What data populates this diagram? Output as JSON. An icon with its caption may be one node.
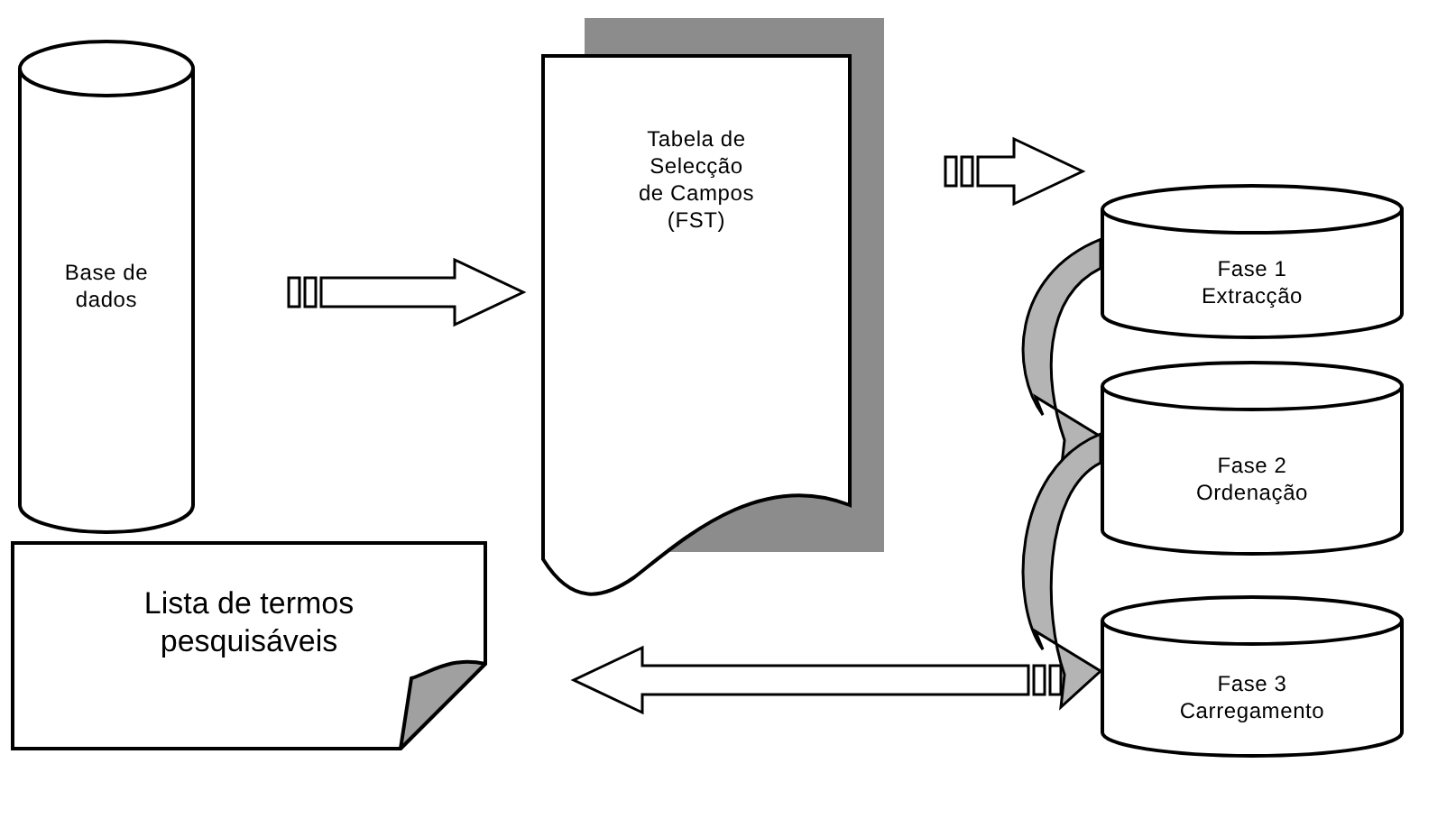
{
  "diagram": {
    "nodes": [
      {
        "text": [
          "Base de dados"
        ]
      },
      {
        "text": [
          "Tabela de Selecção de Campos (FST)"
        ]
      },
      {
        "text": [
          "Fase 1 Extracção"
        ]
      },
      {
        "text": [
          "Fase 2 Ordenação"
        ]
      },
      {
        "text": [
          "Fase 3 Carregamento"
        ]
      },
      {
        "text": [
          "Lista de termos pesquisáveis"
        ]
      }
    ],
    "edges": [
      {
        "from": 0,
        "to": 1,
        "arrow": "to"
      },
      {
        "from": 1,
        "to": 2,
        "arrow": "to"
      },
      {
        "from": 2,
        "to": 3,
        "arrow": "to"
      },
      {
        "from": 3,
        "to": 4,
        "arrow": "to"
      },
      {
        "from": 4,
        "to": 5,
        "arrow": "to"
      }
    ]
  }
}
